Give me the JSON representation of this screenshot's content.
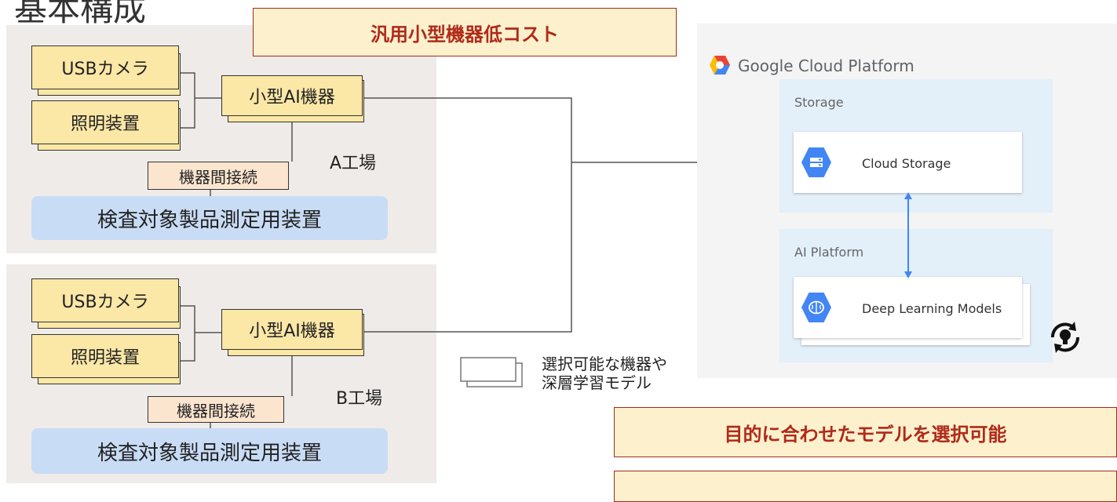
{
  "title": "基本構成",
  "banners": {
    "top": "汎用小型機器低コスト",
    "bottom": "目的に合わせたモデルを選択可能"
  },
  "factories": [
    {
      "label": "A工場",
      "camera": "USBカメラ",
      "lighting": "照明装置",
      "ai_device": "小型AI機器",
      "connection": "機器間接続",
      "measurement_device": "検査対象製品測定用装置"
    },
    {
      "label": "B工場",
      "camera": "USBカメラ",
      "lighting": "照明装置",
      "ai_device": "小型AI機器",
      "connection": "機器間接続",
      "measurement_device": "検査対象製品測定用装置"
    }
  ],
  "gcp": {
    "title": "Google Cloud Platform",
    "storage_section": "Storage",
    "storage_service": "Cloud Storage",
    "ai_section": "AI Platform",
    "ai_service": "Deep Learning Models"
  },
  "note": {
    "line1": "選択可能な機器や",
    "line2": "深層学習モデル"
  },
  "colors": {
    "banner_text": "#b02a1a",
    "google_blue": "#4285f4",
    "panel_bg": "#f4f4f4",
    "section_bg": "#e3eff9",
    "factory_bg": "#efebe8",
    "box_yellow": "#fbe7a6",
    "device_blue": "#c9dcf5"
  },
  "icons": [
    "google-cloud-logo-icon",
    "storage-icon",
    "ai-brain-icon",
    "cycle-bulb-icon",
    "stacked-devices-icon"
  ]
}
